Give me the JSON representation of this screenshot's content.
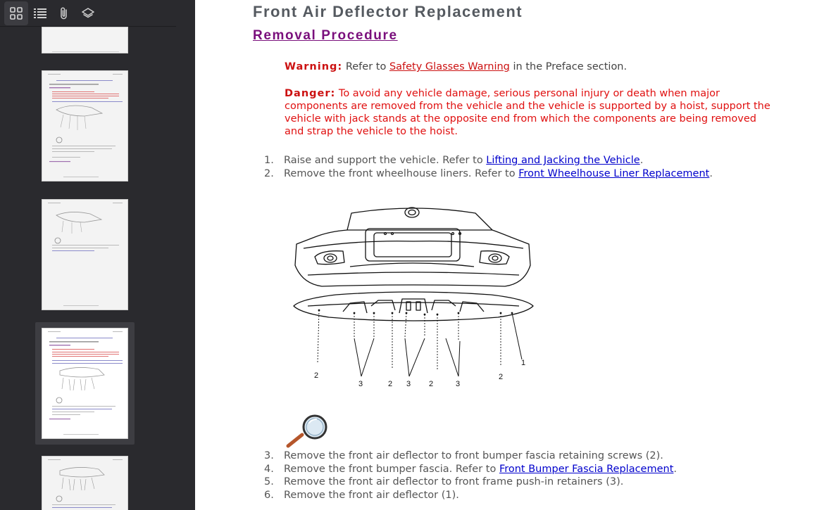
{
  "sidebar": {
    "tools": [
      {
        "name": "thumbnails",
        "icon": "grid-icon",
        "active": true
      },
      {
        "name": "outline",
        "icon": "list-icon",
        "active": false
      },
      {
        "name": "attachments",
        "icon": "paperclip-icon",
        "active": false
      },
      {
        "name": "layers",
        "icon": "layers-icon",
        "active": false
      }
    ],
    "selected_thumbnail": 3
  },
  "document": {
    "title": "Front Air Deflector Replacement",
    "procedure_title": "Removal Procedure",
    "warning": {
      "label": "Warning:",
      "text_before": " Refer to ",
      "link": "Safety Glasses Warning",
      "text_after": " in the Preface section."
    },
    "danger": {
      "label": "Danger:",
      "text": " To avoid any vehicle damage, serious personal injury or death when major components are removed from the vehicle and the vehicle is supported by a hoist, support the vehicle with jack stands at the opposite end from which the components are being removed and strap the vehicle to the hoist."
    },
    "steps_first": [
      {
        "num": "1.",
        "text": "Raise and support the vehicle. Refer to ",
        "link": "Lifting and Jacking the Vehicle",
        "after": "."
      },
      {
        "num": "2.",
        "text": "Remove the front wheelhouse liners. Refer to ",
        "link": "Front Wheelhouse Liner Replacement",
        "after": "."
      }
    ],
    "figure_labels": [
      "1",
      "2",
      "3",
      "2",
      "3",
      "2",
      "3",
      "2"
    ],
    "steps_second": [
      {
        "num": "3.",
        "text": "Remove the front air deflector to front bumper fascia retaining screws (2).",
        "link": "",
        "after": ""
      },
      {
        "num": "4.",
        "text": "Remove the front bumper fascia. Refer to ",
        "link": "Front Bumper Fascia Replacement",
        "after": "."
      },
      {
        "num": "5.",
        "text": "Remove the front air deflector to front frame push-in retainers (3).",
        "link": "",
        "after": ""
      },
      {
        "num": "6.",
        "text": "Remove the front air deflector (1).",
        "link": "",
        "after": ""
      }
    ]
  },
  "colors": {
    "sidebar_bg": "#2a2a2e",
    "title": "#555a60",
    "procedure": "#7a0f7c",
    "danger": "#e01010",
    "link": "#0000cc"
  }
}
